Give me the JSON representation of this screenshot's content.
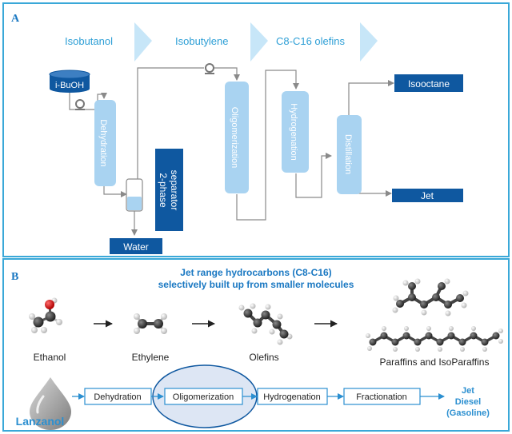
{
  "panel_a": {
    "label": "A",
    "header": {
      "stage1": "Isobutanol",
      "stage2": "Isobutylene",
      "stage3": "C8-C16 olefins"
    },
    "feed_tank": "i-BuOH",
    "columns": {
      "dehydration": "Dehydration",
      "oligomerization": "Oligomerization",
      "hydrogenation": "Hydrogenation",
      "distillation": "Distillation"
    },
    "separator_line1": "2-phase",
    "separator_line2": "separator",
    "outputs": {
      "water": "Water",
      "isooctane": "Isooctane",
      "jet": "Jet"
    }
  },
  "panel_b": {
    "label": "B",
    "title_line1": "Jet range hydrocarbons (C8-C16)",
    "title_line2": "selectively built up from smaller molecules",
    "molecules": {
      "ethanol": "Ethanol",
      "ethylene": "Ethylene",
      "olefins": "Olefins",
      "paraffins": "Paraffins and IsoParaffins"
    },
    "lanzanol": "Lanzanol",
    "steps": {
      "dehydration": "Dehydration",
      "oligomerization": "Oligomerization",
      "hydrogenation": "Hydrogenation",
      "fractionation": "Fractionation"
    },
    "products": {
      "line1": "Jet",
      "line2": "Diesel",
      "line3": "(Gasoline)"
    }
  },
  "colors": {
    "border": "#3aa8d8",
    "column": "#a9d3f1",
    "dark_box": "#0f58a0",
    "chevron": "#c7e6f8",
    "header_text": "#2e9fd6",
    "title_blue": "#1a78c2",
    "line": "#8a8a8a"
  }
}
